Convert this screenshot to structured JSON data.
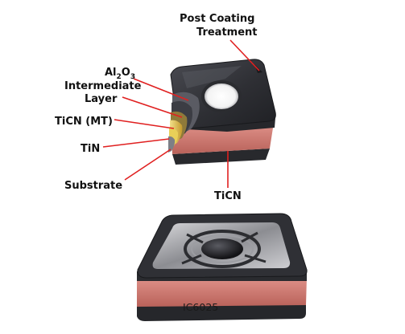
{
  "labels": {
    "post_coating_line1": "Post Coating",
    "post_coating_line2": "Treatment",
    "al2o3_base": "Al",
    "al2o3_sub1": "2",
    "al2o3_mid": "O",
    "al2o3_sub2": "3",
    "intermediate_line1": "Intermediate",
    "intermediate_line2": "Layer",
    "ticn_mt": "TiCN (MT)",
    "tin": "TiN",
    "substrate": "Substrate",
    "ticn": "TiCN",
    "insert_code": "IC6025"
  },
  "colors": {
    "leader": "#e02020",
    "insert_top": "#3a3b40",
    "coating_side": "#c9736a",
    "stripe_dark": "#27282c",
    "gold_layer": "#d8b640"
  }
}
